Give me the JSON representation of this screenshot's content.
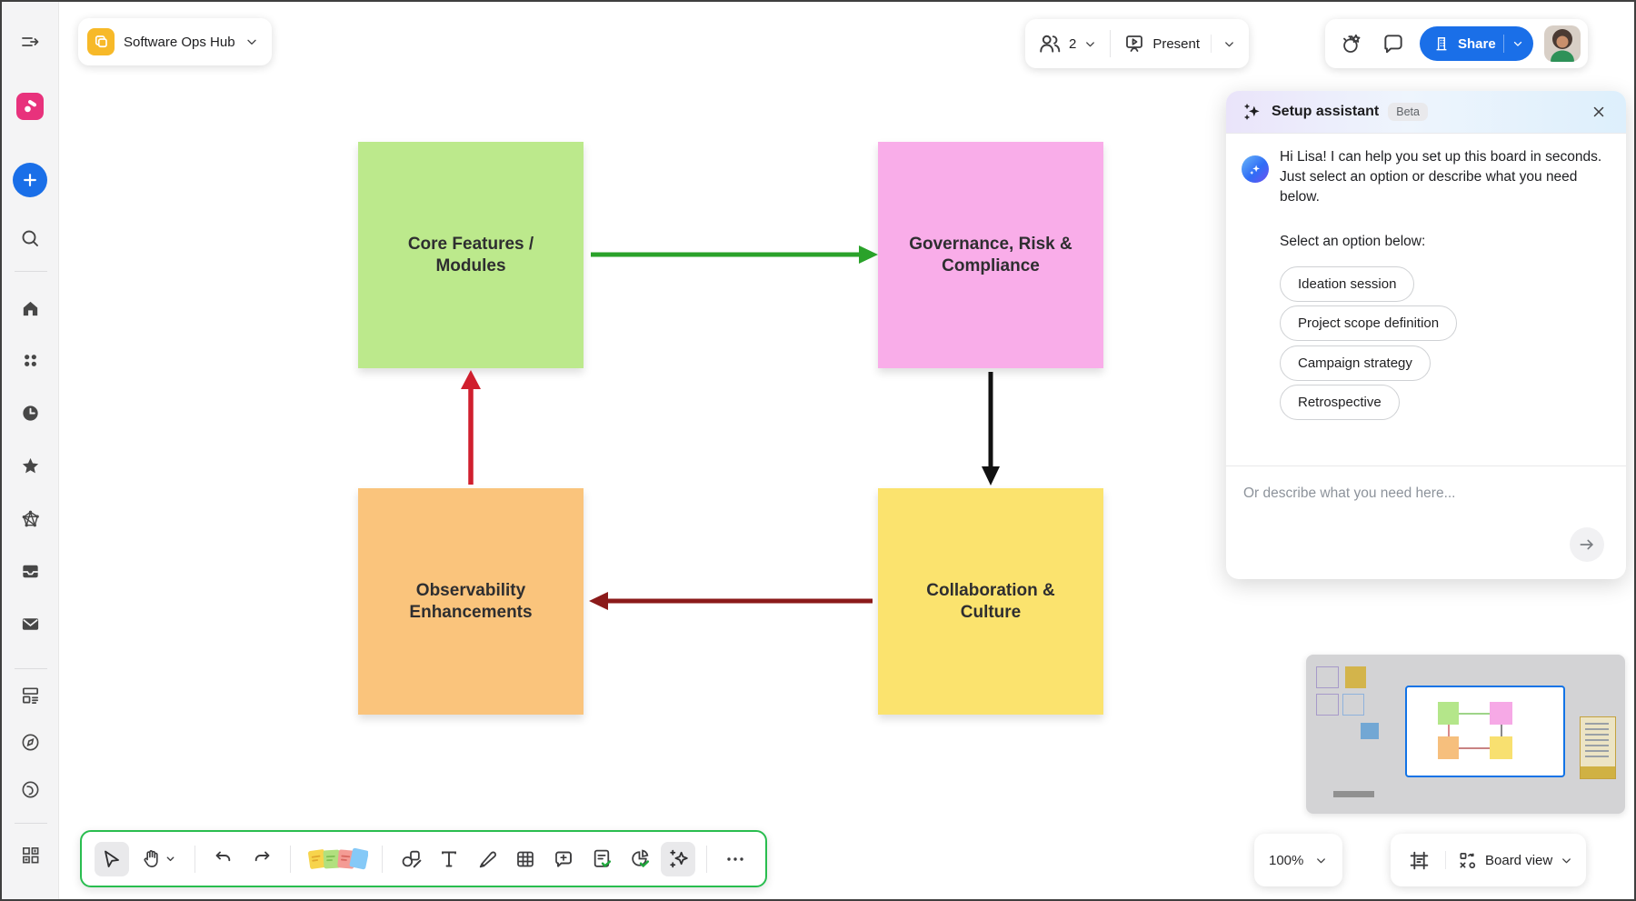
{
  "board_header": {
    "title": "Software Ops Hub"
  },
  "top_right": {
    "online_count": "2",
    "present_label": "Present",
    "share_label": "Share"
  },
  "sidebar": {
    "icons": [
      "collapse-sidebar",
      "miro-logo",
      "create-plus",
      "search",
      "home",
      "apps",
      "recent-clock",
      "favorites-star",
      "mindmap-network",
      "inbox-tray",
      "mail",
      "templates-layout",
      "explore-compass",
      "profile-face",
      "widgets-grid"
    ]
  },
  "assistant": {
    "title": "Setup assistant",
    "badge": "Beta",
    "message": "Hi Lisa! I can help you set up this board in seconds. Just select an option or describe what you need below.",
    "select_prompt": "Select an option below:",
    "options": [
      "Ideation session",
      "Project scope definition",
      "Campaign strategy",
      "Retrospective"
    ],
    "input_placeholder": "Or describe what you need here..."
  },
  "canvas": {
    "notes": [
      {
        "label": "Core Features / Modules",
        "color": "#bce98c"
      },
      {
        "label": "Governance, Risk & Compliance",
        "color": "#f9ade9"
      },
      {
        "label": "Observability Enhancements",
        "color": "#fac47c"
      },
      {
        "label": "Collaboration & Culture",
        "color": "#fbe36e"
      }
    ],
    "connectors": [
      {
        "from": "Core Features / Modules",
        "to": "Governance, Risk & Compliance",
        "color": "#2aa22a",
        "direction": "right"
      },
      {
        "from": "Governance, Risk & Compliance",
        "to": "Collaboration & Culture",
        "color": "#111111",
        "direction": "down"
      },
      {
        "from": "Collaboration & Culture",
        "to": "Observability Enhancements",
        "color": "#8b1a1a",
        "direction": "left"
      },
      {
        "from": "Observability Enhancements",
        "to": "Core Features / Modules",
        "color": "#d01f2e",
        "direction": "up"
      }
    ]
  },
  "toolbar": {
    "icons": [
      "select-cursor",
      "hand-pan",
      "undo",
      "redo",
      "sticky-notes",
      "shapes",
      "text",
      "pen",
      "table",
      "comment",
      "doc-check",
      "chart-check",
      "ai-sparkles",
      "more-dots"
    ],
    "accent_border": "#29bd4f"
  },
  "bottom_right": {
    "zoom_level": "100%",
    "view_label": "Board view"
  }
}
